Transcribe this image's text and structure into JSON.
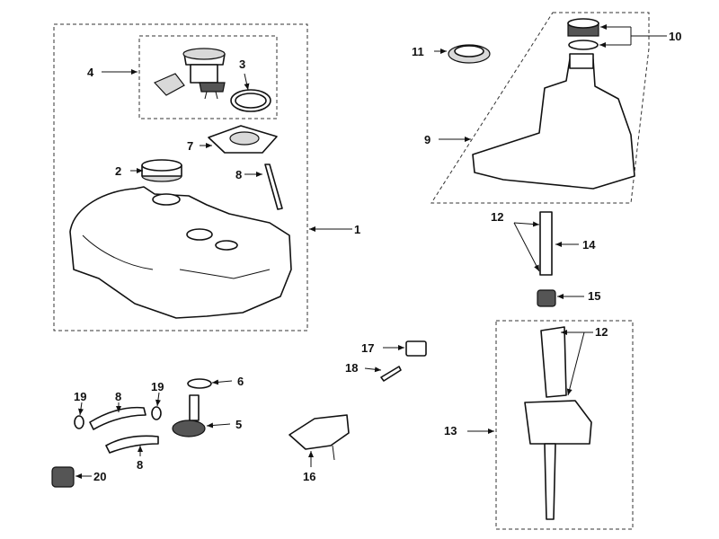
{
  "labels": {
    "p1": "1",
    "p2": "2",
    "p3": "3",
    "p4": "4",
    "p5": "5",
    "p6": "6",
    "p7": "7",
    "p8a": "8",
    "p8b": "8",
    "p8c": "8",
    "p9": "9",
    "p10": "10",
    "p11": "11",
    "p12a": "12",
    "p12b": "12",
    "p13": "13",
    "p14": "14",
    "p15": "15",
    "p16": "16",
    "p17": "17",
    "p18": "18",
    "p19a": "19",
    "p19b": "19",
    "p20": "20"
  }
}
